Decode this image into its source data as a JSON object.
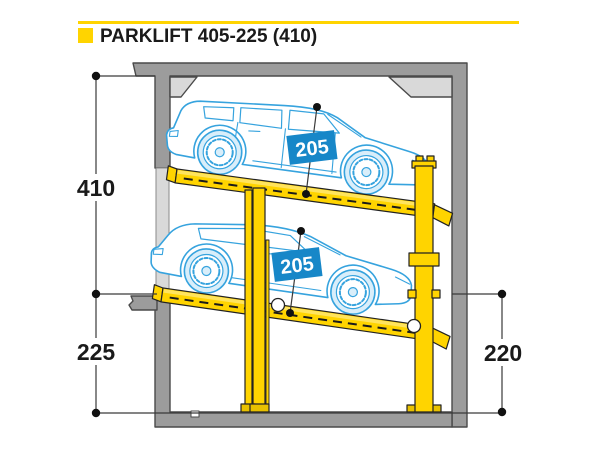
{
  "header": {
    "title": "PARKLIFT 405-225 (410)",
    "bullet_icon": "yellow-square",
    "accent_color": "#FFD400"
  },
  "diagram": {
    "dimensions": {
      "clear_height": "410",
      "pit_depth_front": "225",
      "pit_depth_rear": "220",
      "upper_car_height": "205",
      "lower_car_height": "205"
    },
    "colors": {
      "platform_yellow": "#FFD400",
      "platform_highlight": "#FFE45E",
      "label_blue": "#1787C8",
      "car_blue": "#36A3DE",
      "wall_gray": "#9C9C9C",
      "light_gray": "#D9D9D9",
      "outline_dark": "#4a4a4a"
    }
  }
}
